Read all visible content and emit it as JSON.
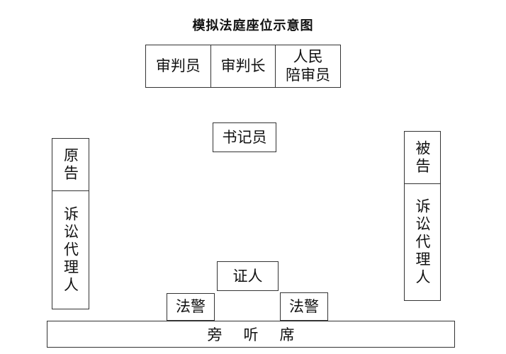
{
  "title": "模拟法庭座位示意图",
  "bench": {
    "seats": [
      {
        "label": "审判员"
      },
      {
        "label": "审判长"
      },
      {
        "label": "人民\n陪审员"
      }
    ]
  },
  "clerk": {
    "label": "书记员"
  },
  "plaintiff": {
    "party_label": "原告",
    "agent_label": "诉讼代理人"
  },
  "defendant": {
    "party_label": "被告",
    "agent_label": "诉讼代理人"
  },
  "witness": {
    "label": "证人"
  },
  "bailiffs": [
    {
      "label": "法警"
    },
    {
      "label": "法警"
    }
  ],
  "gallery": {
    "label": "旁听席"
  }
}
